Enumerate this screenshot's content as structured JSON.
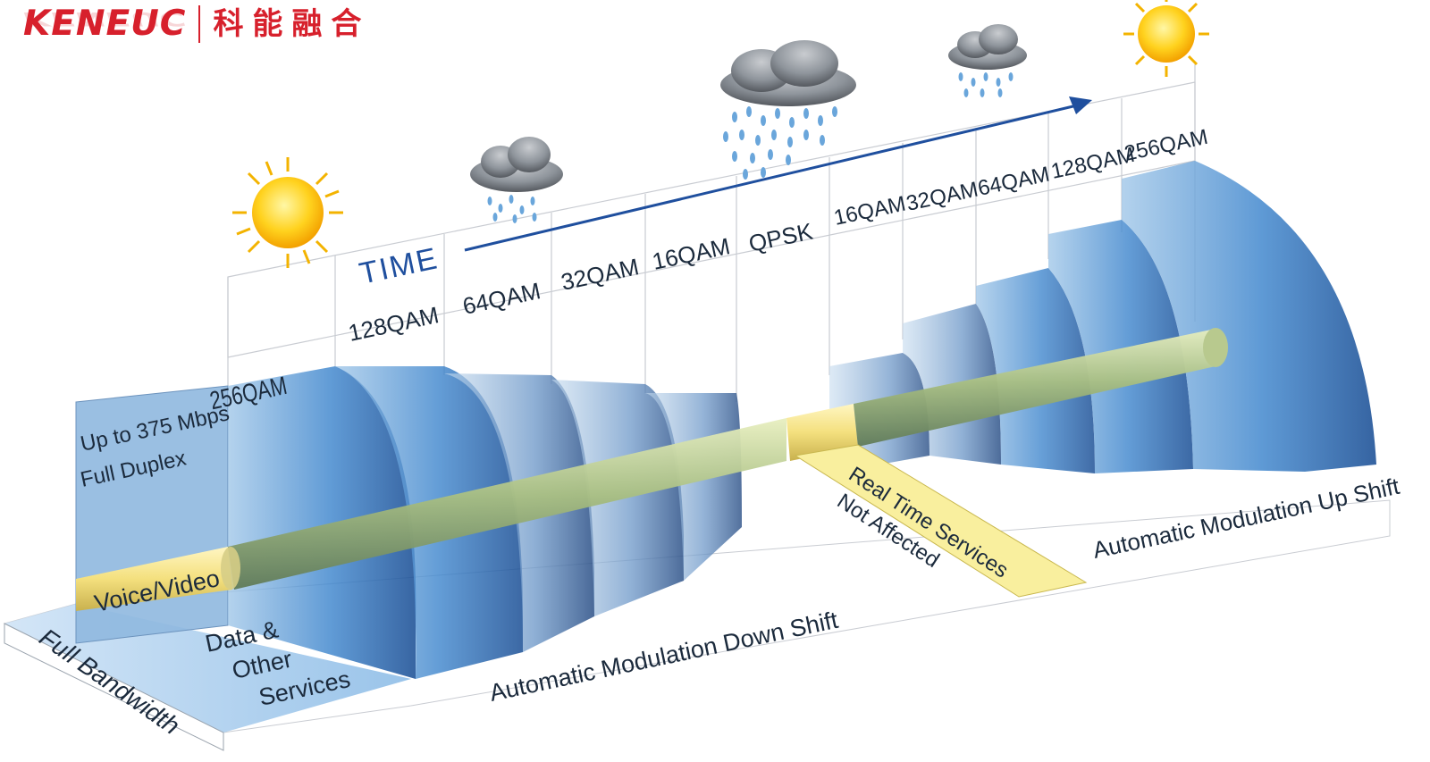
{
  "logo": {
    "latin": "KENEUC",
    "chinese": "科能融合"
  },
  "time_label": "TIME",
  "modulation_steps": [
    "256QAM",
    "128QAM",
    "64QAM",
    "32QAM",
    "16QAM",
    "QPSK",
    "16QAM",
    "32QAM",
    "64QAM",
    "128QAM",
    "256QAM"
  ],
  "side_label": {
    "line1": "Up to 375 Mbps",
    "line2": "Full Duplex"
  },
  "voice_label": "Voice/Video",
  "data_label": {
    "line1": "Data &",
    "line2": "Other",
    "line3": "Services"
  },
  "full_bandwidth_label": "Full Bandwidth",
  "down_shift_label": "Automatic Modulation Down Shift",
  "up_shift_label": "Automatic Modulation Up Shift",
  "realtime_label": {
    "line1": "Real Time Services",
    "line2": "Not Affected"
  },
  "weather_sequence": [
    "sun-icon",
    "light-rain-cloud-icon",
    "heavy-rain-cloud-icon",
    "light-rain-cloud-icon",
    "sun-icon"
  ],
  "colors": {
    "brand_red": "#d7202c",
    "pipe_yellow": "#f7e99a",
    "pipe_green": "#9cb57a",
    "band_blue": "#2f79c4",
    "time_arrow": "#1f4f9e"
  }
}
